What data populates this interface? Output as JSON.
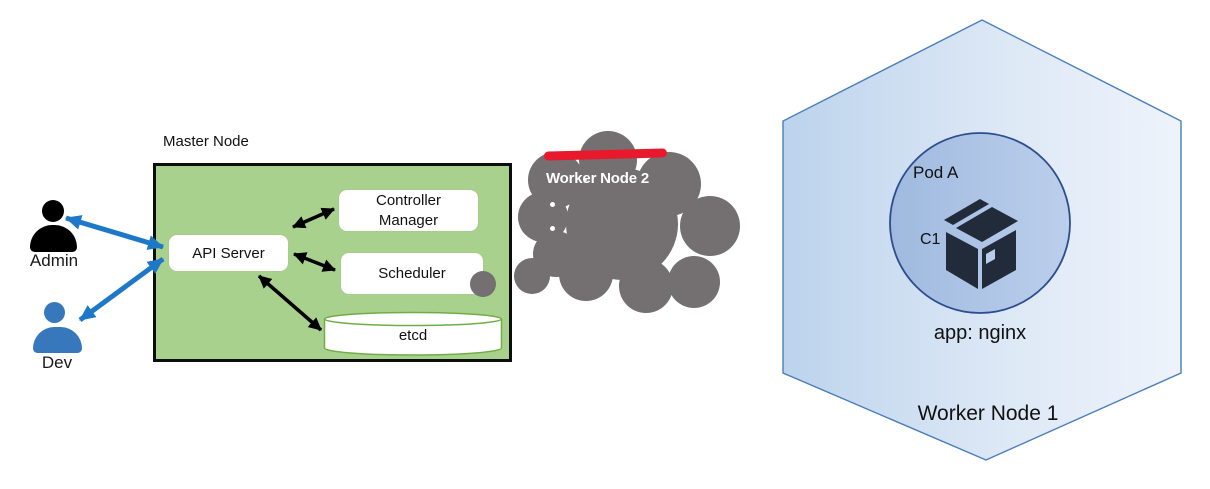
{
  "actors": {
    "admin": {
      "label": "Admin"
    },
    "dev": {
      "label": "Dev"
    }
  },
  "master_node": {
    "label": "Master Node",
    "api_server": "API Server",
    "controller_manager": "Controller Manager",
    "scheduler": "Scheduler",
    "etcd": "etcd"
  },
  "cloud": {
    "label": "Worker Node 2",
    "crossed_out": true
  },
  "worker_node": {
    "label": "Worker Node 1",
    "pod": "Pod A",
    "container": "C1",
    "app": "app: nginx"
  },
  "colors": {
    "master_fill": "#a9d18e",
    "master_border": "#0d0d0d",
    "component_fill": "#ffffff",
    "etcd_border": "#70ad47",
    "actor_admin": "#000000",
    "actor_dev": "#3777bc",
    "arrow_blue": "#1e78c8",
    "arrow_black": "#000000",
    "cloud_gray": "#747071",
    "strike_red": "#e8192c",
    "hexagon_gradient": [
      "#bcd3ec",
      "#eef3fb"
    ],
    "hexagon_border": "#4a7ebb",
    "pod_circle_fill": "#aec6e8",
    "pod_circle_border": "#2e4d8f",
    "container_icon": "#212b3a"
  }
}
